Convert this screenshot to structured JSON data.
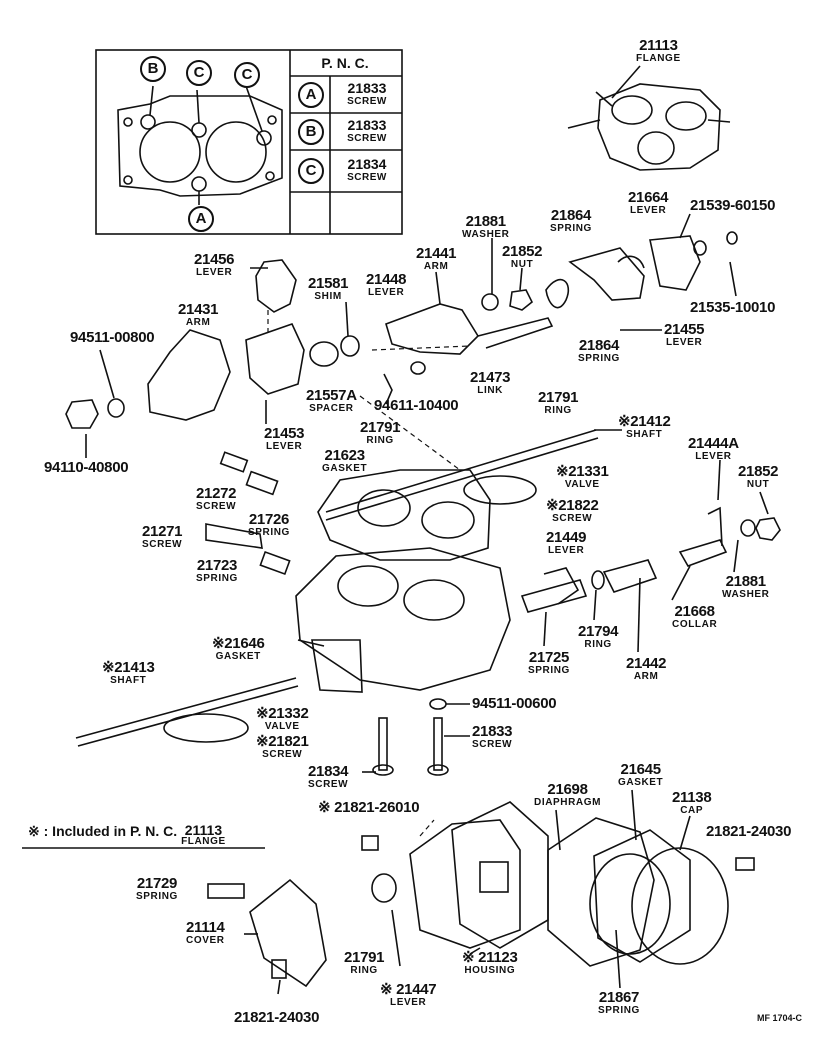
{
  "pnc_table": {
    "header": "P. N. C.",
    "rows": [
      {
        "key": "A",
        "pnc": "21833",
        "desc": "SCREW"
      },
      {
        "key": "B",
        "pnc": "21833",
        "desc": "SCREW"
      },
      {
        "key": "C",
        "pnc": "21834",
        "desc": "SCREW"
      }
    ],
    "detail_marks": [
      "B",
      "C",
      "C",
      "A"
    ]
  },
  "labels": {
    "flange": {
      "pnc": "21113",
      "desc": "FLANGE"
    },
    "lever_21664": {
      "pnc": "21664",
      "desc": "LEVER"
    },
    "ref_21539": {
      "pnc": "21539-60150"
    },
    "spring_21864a": {
      "pnc": "21864",
      "desc": "SPRING"
    },
    "washer_21881a": {
      "pnc": "21881",
      "desc": "WASHER"
    },
    "nut_21852a": {
      "pnc": "21852",
      "desc": "NUT"
    },
    "arm_21441": {
      "pnc": "21441",
      "desc": "ARM"
    },
    "lever_21456": {
      "pnc": "21456",
      "desc": "LEVER"
    },
    "shim_21581": {
      "pnc": "21581",
      "desc": "SHIM"
    },
    "lever_21448": {
      "pnc": "21448",
      "desc": "LEVER"
    },
    "arm_21431": {
      "pnc": "21431",
      "desc": "ARM"
    },
    "ref_94511a": {
      "pnc": "94511-00800"
    },
    "ref_21535": {
      "pnc": "21535-10010"
    },
    "lever_21455": {
      "pnc": "21455",
      "desc": "LEVER"
    },
    "spring_21864b": {
      "pnc": "21864",
      "desc": "SPRING"
    },
    "link_21473": {
      "pnc": "21473",
      "desc": "LINK"
    },
    "spacer_21557": {
      "pnc": "21557A",
      "desc": "SPACER"
    },
    "ref_94611": {
      "pnc": "94611-10400"
    },
    "ring_21791a": {
      "pnc": "21791",
      "desc": "RING"
    },
    "ring_21791b": {
      "pnc": "21791",
      "desc": "RING"
    },
    "lever_21453": {
      "pnc": "21453",
      "desc": "LEVER"
    },
    "ref_94110": {
      "pnc": "94110-40800"
    },
    "shaft_21412": {
      "pnc": "※21412",
      "desc": "SHAFT"
    },
    "gasket_21623": {
      "pnc": "21623",
      "desc": "GASKET"
    },
    "lever_21444a": {
      "pnc": "21444A",
      "desc": "LEVER"
    },
    "valve_21331": {
      "pnc": "※21331",
      "desc": "VALVE"
    },
    "nut_21852b": {
      "pnc": "21852",
      "desc": "NUT"
    },
    "screw_21272": {
      "pnc": "21272",
      "desc": "SCREW"
    },
    "spring_21726": {
      "pnc": "21726",
      "desc": "SPRING"
    },
    "screw_21822": {
      "pnc": "※21822",
      "desc": "SCREW"
    },
    "screw_21271": {
      "pnc": "21271",
      "desc": "SCREW"
    },
    "lever_21449": {
      "pnc": "21449",
      "desc": "LEVER"
    },
    "spring_21723": {
      "pnc": "21723",
      "desc": "SPRING"
    },
    "washer_21881b": {
      "pnc": "21881",
      "desc": "WASHER"
    },
    "collar_21668": {
      "pnc": "21668",
      "desc": "COLLAR"
    },
    "gasket_21646": {
      "pnc": "※21646",
      "desc": "GASKET"
    },
    "ring_21794": {
      "pnc": "21794",
      "desc": "RING"
    },
    "spring_21725": {
      "pnc": "21725",
      "desc": "SPRING"
    },
    "arm_21442": {
      "pnc": "21442",
      "desc": "ARM"
    },
    "shaft_21413": {
      "pnc": "※21413",
      "desc": "SHAFT"
    },
    "ref_94511b": {
      "pnc": "94511-00600"
    },
    "valve_21332": {
      "pnc": "※21332",
      "desc": "VALVE"
    },
    "screw_21833": {
      "pnc": "21833",
      "desc": "SCREW"
    },
    "screw_21821": {
      "pnc": "※21821",
      "desc": "SCREW"
    },
    "screw_21834": {
      "pnc": "21834",
      "desc": "SCREW"
    },
    "gasket_21645": {
      "pnc": "21645",
      "desc": "GASKET"
    },
    "diaphragm_21698": {
      "pnc": "21698",
      "desc": "DIAPHRAGM"
    },
    "cap_21138": {
      "pnc": "21138",
      "desc": "CAP"
    },
    "ref_21821_26010": {
      "pnc": "※ 21821-26010"
    },
    "ref_21821_24030a": {
      "pnc": "21821-24030"
    },
    "spring_21729": {
      "pnc": "21729",
      "desc": "SPRING"
    },
    "cover_21114": {
      "pnc": "21114",
      "desc": "COVER"
    },
    "ring_21791c": {
      "pnc": "21791",
      "desc": "RING"
    },
    "housing_21123": {
      "pnc": "※ 21123",
      "desc": "HOUSING"
    },
    "lever_21447": {
      "pnc": "※ 21447",
      "desc": "LEVER"
    },
    "spring_21867": {
      "pnc": "21867",
      "desc": "SPRING"
    },
    "ref_21821_24030b": {
      "pnc": "21821-24030"
    }
  },
  "footnote": {
    "mark": "※",
    "text": ": Included in P. N. C.",
    "pnc": "21113",
    "desc": "FLANGE"
  },
  "figure_code": "MF 1704-C"
}
